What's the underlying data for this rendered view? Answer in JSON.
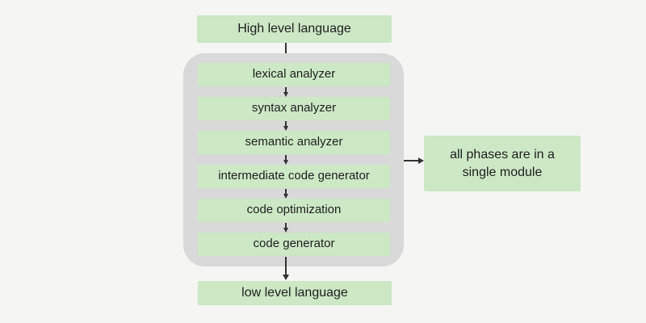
{
  "diagram": {
    "nodes": {
      "source": "High level language",
      "stages": [
        "lexical analyzer",
        "syntax analyzer",
        "semantic analyzer",
        "intermediate code generator",
        "code optimization",
        "code generator"
      ],
      "target": "low level language",
      "annotation_line1": "all phases are in a",
      "annotation_line2": "single module"
    },
    "colors": {
      "background": "#f5f5f4",
      "module_container": "#d9d9d9",
      "node_fill": "#cce8c5",
      "arrow": "#333333",
      "text": "#1f1f1f"
    }
  }
}
